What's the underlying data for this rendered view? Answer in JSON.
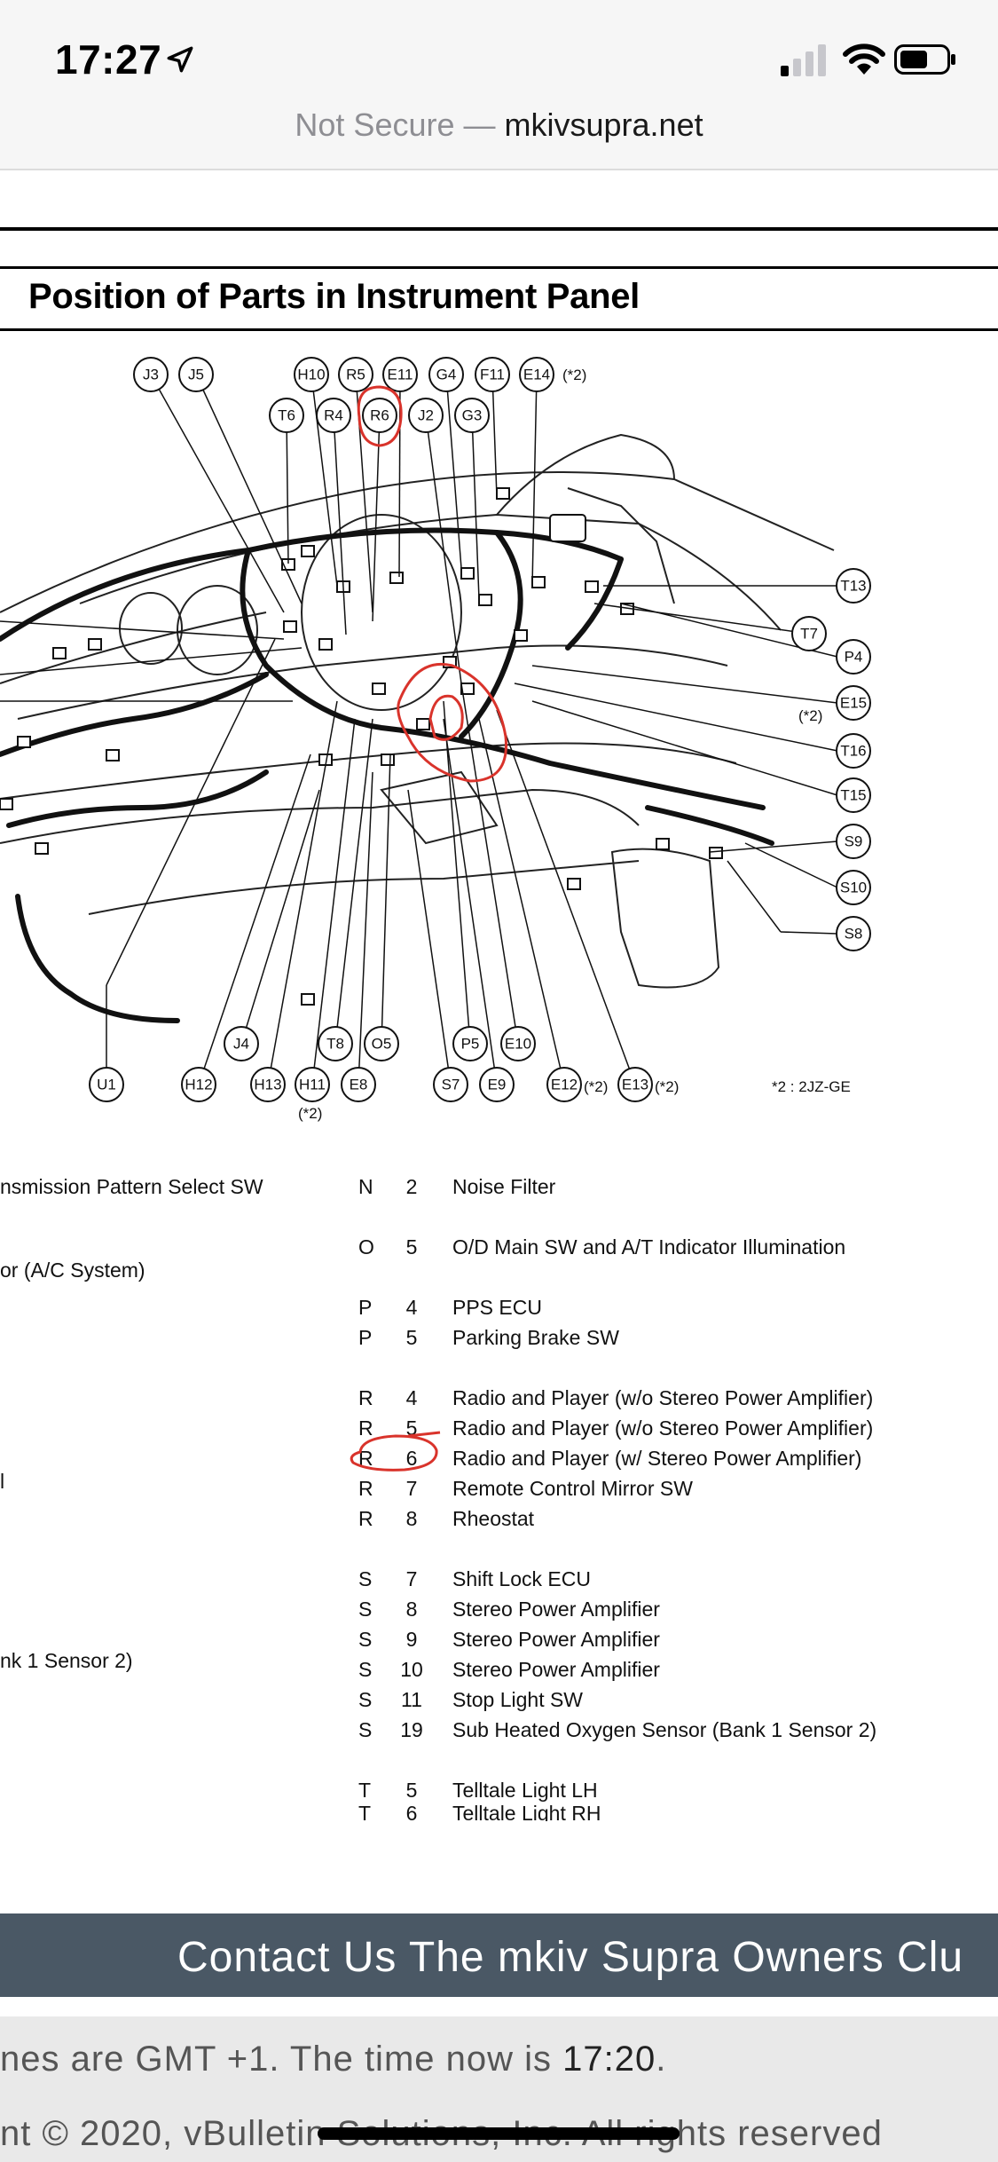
{
  "status": {
    "time": "17:27",
    "location_icon": "location-arrow-icon",
    "signal_icon": "cellular-signal-icon",
    "wifi_icon": "wifi-icon",
    "battery_icon": "battery-icon"
  },
  "browser": {
    "url_prefix": "Not Secure — ",
    "url_host": "mkivsupra.net"
  },
  "document": {
    "title": "Position of Parts in Instrument Panel",
    "top_labels_row1": [
      "J3",
      "J5",
      "H10",
      "R5",
      "E11",
      "G4",
      "F11",
      "E14"
    ],
    "top_note": "(*2)",
    "top_labels_row2": [
      "T6",
      "R4",
      "R6",
      "J2",
      "G3"
    ],
    "right_labels": [
      "T13",
      "T7",
      "P4",
      "E15",
      "T16",
      "T15",
      "S9",
      "S10",
      "S8"
    ],
    "right_note": "(*2)",
    "bottom_labels_row1": [
      "J4",
      "T8",
      "O5",
      "P5",
      "E10"
    ],
    "bottom_labels_row2": [
      "U1",
      "H12",
      "H13",
      "H11",
      "E8",
      "S7",
      "E9",
      "E12",
      "E13"
    ],
    "bottom_note_1": "(*2)",
    "bottom_note_2": "(*2)",
    "bottom_note_3": "(*2)",
    "legend_note": "*2 : 2JZ-GE",
    "left_fragments": [
      "nsmission Pattern Select SW",
      "or (A/C System)",
      "l",
      "nk 1 Sensor 2)"
    ],
    "parts": [
      {
        "letter": "N",
        "num": "2",
        "name": "Noise Filter"
      },
      {
        "letter": "O",
        "num": "5",
        "name": "O/D Main SW and A/T Indicator Illumination"
      },
      {
        "letter": "P",
        "num": "4",
        "name": "PPS ECU"
      },
      {
        "letter": "P",
        "num": "5",
        "name": "Parking Brake SW"
      },
      {
        "letter": "R",
        "num": "4",
        "name": "Radio and Player (w/o Stereo Power Amplifier)"
      },
      {
        "letter": "R",
        "num": "5",
        "name": "Radio and Player (w/o Stereo Power Amplifier)"
      },
      {
        "letter": "R",
        "num": "6",
        "name": "Radio and Player (w/ Stereo Power Amplifier)"
      },
      {
        "letter": "R",
        "num": "7",
        "name": "Remote Control Mirror SW"
      },
      {
        "letter": "R",
        "num": "8",
        "name": "Rheostat"
      },
      {
        "letter": "S",
        "num": "7",
        "name": "Shift Lock ECU"
      },
      {
        "letter": "S",
        "num": "8",
        "name": "Stereo Power Amplifier"
      },
      {
        "letter": "S",
        "num": "9",
        "name": "Stereo Power Amplifier"
      },
      {
        "letter": "S",
        "num": "10",
        "name": "Stereo Power Amplifier"
      },
      {
        "letter": "S",
        "num": "11",
        "name": "Stop Light SW"
      },
      {
        "letter": "S",
        "num": "19",
        "name": "Sub Heated Oxygen Sensor (Bank 1 Sensor 2)"
      },
      {
        "letter": "T",
        "num": "5",
        "name": "Telltale Light LH"
      },
      {
        "letter": "T",
        "num": "6",
        "name": "Telltale Light RH"
      }
    ]
  },
  "annotation_color": "#d9332b",
  "footer": {
    "links": "Contact Us  The mkiv Supra Owners Clu",
    "time_prefix": "nes are GMT +1. The time now is ",
    "time_now": "17:20",
    "time_suffix": ".",
    "copyright": "nt © 2020, vBulletin Solutions, Inc. All rights reserved"
  }
}
